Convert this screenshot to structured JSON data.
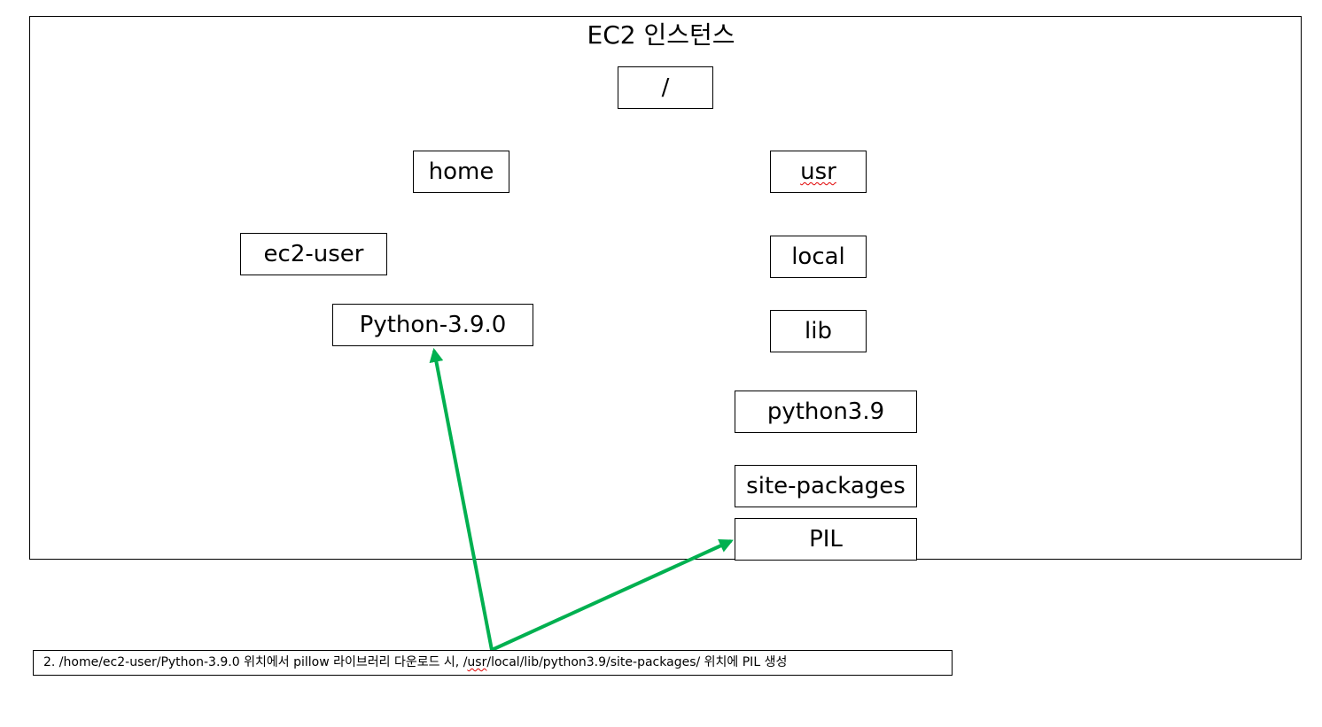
{
  "title": "EC2 인스턴스",
  "nodes": {
    "root": "/",
    "home": "home",
    "usr": "usr",
    "ec2_user": "ec2-user",
    "local": "local",
    "python_src": "Python-3.9.0",
    "lib": "lib",
    "python39": "python3.9",
    "site_packages": "site-packages",
    "pil": "PIL"
  },
  "caption": {
    "before": "2. /home/ec2-user/Python-3.9.0 위치에서 pillow 라이브러리 다운로드 시, /",
    "underlined": "usr",
    "after": "/local/lib/python3.9/site-packages/ 위치에 PIL 생성"
  },
  "colors": {
    "arrow": "#00b050",
    "border": "#000000",
    "spellcheck": "#e00000"
  }
}
